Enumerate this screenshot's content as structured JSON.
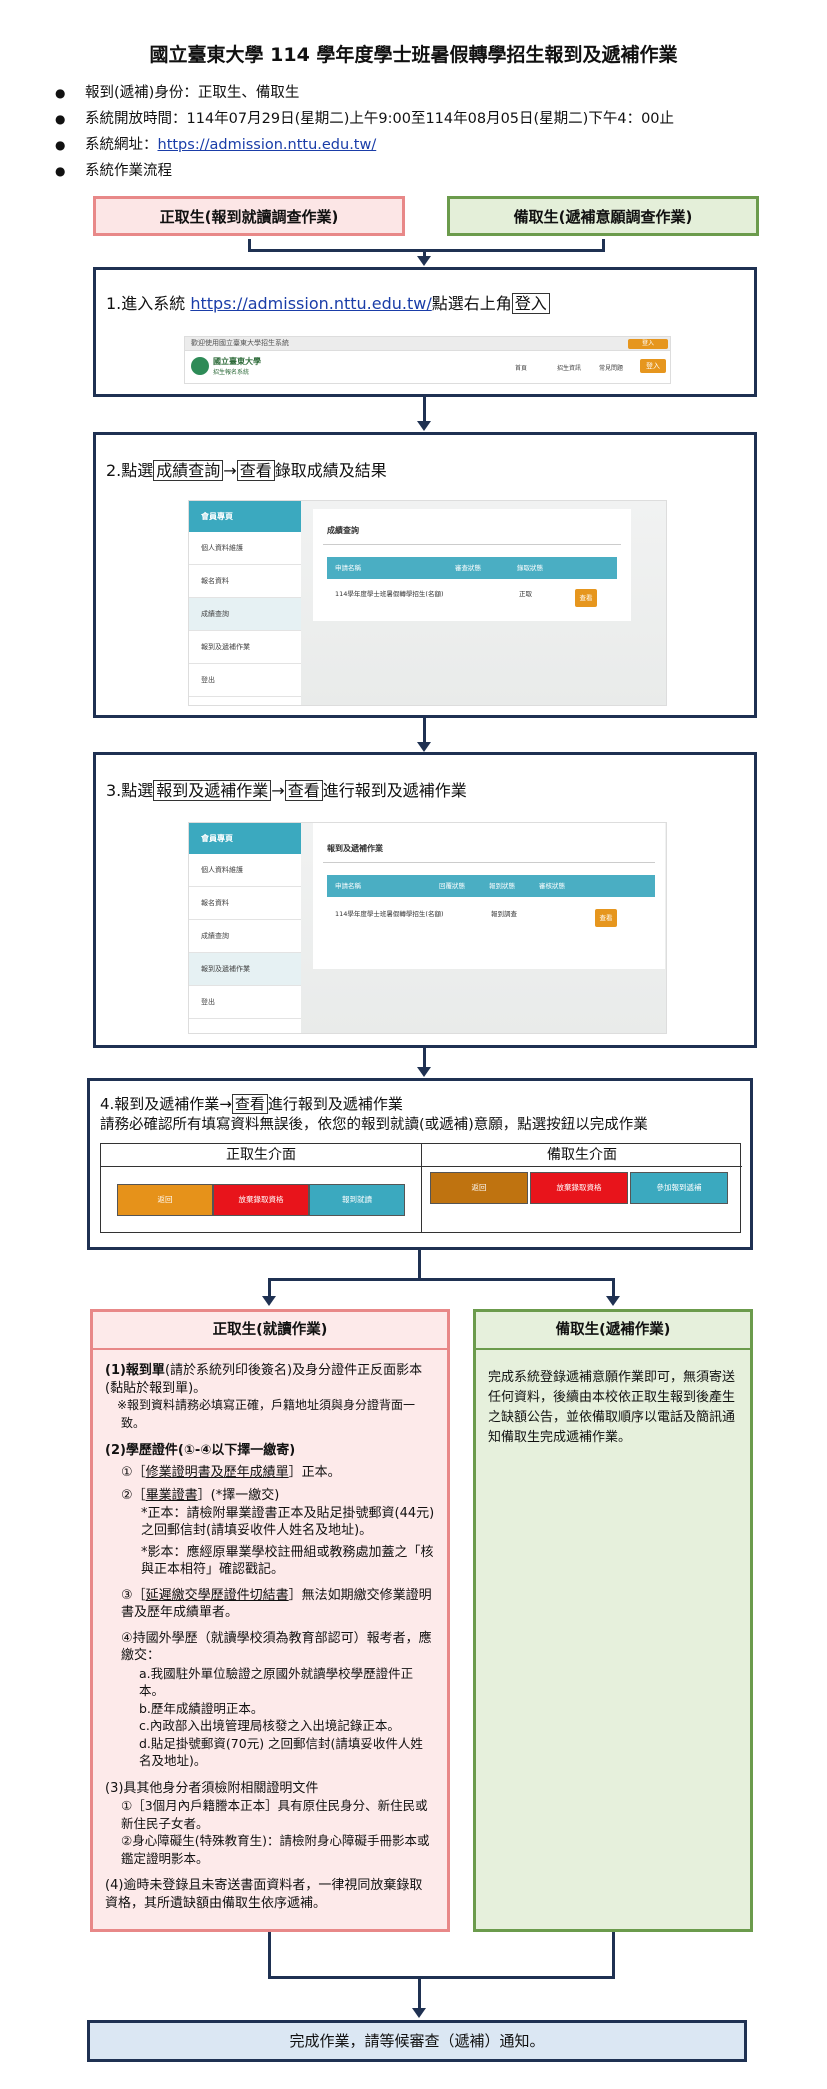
{
  "title": "國立臺東大學 114 學年度學士班暑假轉學招生報到及遞補作業",
  "info": {
    "identity": "報到(遞補)身份：正取生、備取生",
    "time": "系統開放時間：114年07月29日(星期二)上午9:00至114年08月05日(星期二)下午4：00止",
    "url_label": "系統網址：",
    "url": "https://admission.nttu.edu.tw/",
    "flow": "系統作業流程"
  },
  "headers": {
    "regular": "正取生(報到就讀調查作業)",
    "waitlist": "備取生(遞補意願調查作業)"
  },
  "step1": {
    "pre": "1.進入系統 ",
    "url": "https://admission.nttu.edu.tw/",
    "mid": "點選右上角",
    "login": "登入",
    "mock_top": "歡迎使用國立臺東大學招生系統",
    "mock_logo": "國立臺東大學",
    "mock_logo_sub": "招生報名系統",
    "mock_btn": "登入",
    "mock_nav": [
      "首頁",
      "招生資訊",
      "常見問題"
    ]
  },
  "step2": {
    "pre": "2.點選",
    "box1": "成績查詢",
    "arrow": "→",
    "box2": "查看",
    "post": "錄取成績及結果",
    "side_header": "會員專頁",
    "side_items": [
      "個人資料維護",
      "報名資料",
      "成績查詢",
      "報到及遞補作業",
      "登出"
    ],
    "panel_title": "成績查詢",
    "cols": [
      "申請名稱",
      "審查狀態",
      "錄取狀態"
    ],
    "row": "114學年度學士班暑假轉學招生(名額)",
    "status": "正取",
    "view": "查看"
  },
  "step3": {
    "pre": "3.點選",
    "box1": "報到及遞補作業",
    "arrow": "→",
    "box2": "查看",
    "post": "進行報到及遞補作業",
    "side_header": "會員專頁",
    "side_items": [
      "個人資料維護",
      "報名資料",
      "成績查詢",
      "報到及遞補作業",
      "登出"
    ],
    "panel_title": "報到及遞補作業",
    "cols": [
      "申請名稱",
      "回覆狀態",
      "報到狀態",
      "審核狀態"
    ],
    "row": "114學年度學士班暑假轉學招生(名額)",
    "status": "報到調查",
    "view": "查看"
  },
  "step4": {
    "pre": "4.報到及遞補作業→",
    "box": "查看",
    "post": "進行報到及遞補作業",
    "line2": "請務必確認所有填寫資料無誤後，依您的報到就讀(或遞補)意願，點選按鈕以完成作業",
    "regular_head": "正取生介面",
    "waitlist_head": "備取生介面",
    "regular_buttons": [
      "返回",
      "放棄錄取資格",
      "報到就讀"
    ],
    "waitlist_buttons": [
      "返回",
      "放棄錄取資格",
      "參加報到遞補"
    ]
  },
  "regular_box": {
    "title": "正取生(就讀作業)",
    "p1a": "(1)報到單",
    "p1b": "(請於系統列印後簽名)及身分證件正反面影本(黏貼於報到單)。",
    "p1note": "※報到資料請務必填寫正確，戶籍地址須與身分證背面一致。",
    "p2": "(2)學歷證件(①-④以下擇一繳寄)",
    "p2i1a": "①［",
    "p2i1b": "修業證明書及歷年成績單",
    "p2i1c": "］正本。",
    "p2i2a": "②［",
    "p2i2b": "畢業證書",
    "p2i2c": "］(*擇一繳交)",
    "p2i2d": "*正本：請檢附畢業證書正本及貼足掛號郵資(44元)之回郵信封(請填妥收件人姓名及地址)。",
    "p2i2e": "*影本：應經原畢業學校註冊組或教務處加蓋之「核與正本相符」確認戳記。",
    "p2i3a": "③［",
    "p2i3b": "延遲繳交學歷證件切結書",
    "p2i3c": "］無法如期繳交修業證明書及歷年成績單者。",
    "p2i4": "④持國外學歷（就讀學校須為教育部認可）報考者，應繳交：",
    "p2i4a": "a.我國駐外單位驗證之原國外就讀學校學歷證件正本。",
    "p2i4b": "b.歷年成績證明正本。",
    "p2i4c": "c.內政部入出境管理局核發之入出境記錄正本。",
    "p2i4d": "d.貼足掛號郵資(70元) 之回郵信封(請填妥收件人姓名及地址)。",
    "p3": "(3)具其他身分者須檢附相關證明文件",
    "p3i1": "①［3個月內戶籍謄本正本］具有原住民身分、新住民或新住民子女者。",
    "p3i2": "②身心障礙生(特殊教育生)：請檢附身心障礙手冊影本或鑑定證明影本。",
    "p4": "(4)逾時未登錄且未寄送書面資料者，一律視同放棄錄取資格，其所遺缺額由備取生依序遞補。"
  },
  "waitlist_box": {
    "title": "備取生(遞補作業)",
    "text": "完成系統登錄遞補意願作業即可，無須寄送任何資料，後續由本校依正取生報到後產生之缺額公告，並依備取順序以電話及簡訊通知備取生完成遞補作業。"
  },
  "final": "完成作業，請等候審查（遞補）通知。",
  "colors": {
    "navy": "#1f3152",
    "red_border": "#e88888",
    "green_border": "#6b9b4c",
    "teal": "#3ba9bf",
    "orange": "#e6961e"
  }
}
